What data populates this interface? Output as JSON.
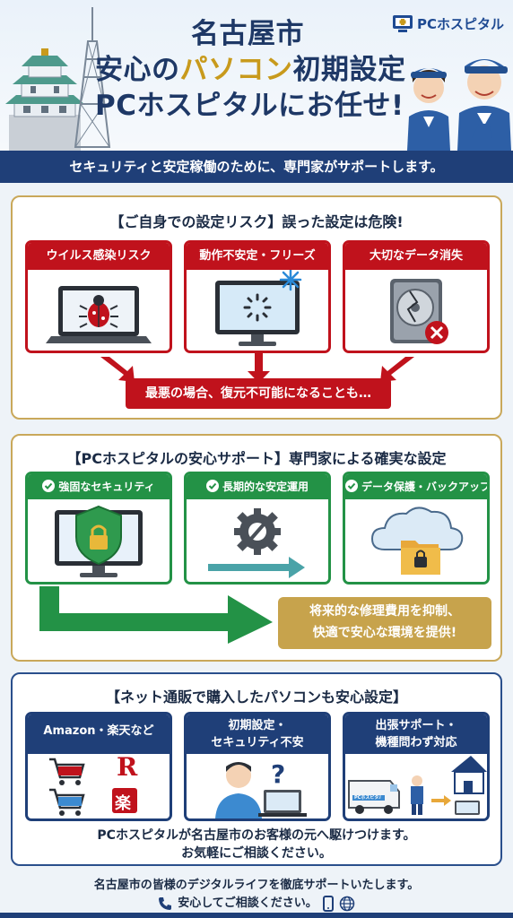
{
  "header": {
    "title_line1": "名古屋市",
    "title_line2_pre": "安心の",
    "title_line2_hl": "パソコン",
    "title_line2_post": "初期設定",
    "title_line3": "PCホスピタルにお任せ!",
    "logo_text": "PCホスピタル"
  },
  "banner": "セキュリティと安定稼働のために、専門家がサポートします。",
  "risk": {
    "title": "【ご自身での設定リスク】誤った設定は危険!",
    "cards": [
      {
        "label": "ウイルス感染リスク",
        "icon": "bug-laptop-icon"
      },
      {
        "label": "動作不安定・フリーズ",
        "icon": "frozen-monitor-icon"
      },
      {
        "label": "大切なデータ消失",
        "icon": "broken-hdd-icon"
      }
    ],
    "warning": "最悪の場合、復元不可能になることも…",
    "color": "#c0121c"
  },
  "support": {
    "title": "【PCホスピタルの安心サポート】専門家による確実な設定",
    "cards": [
      {
        "label": "強固なセキュリティ",
        "icon": "shield-lock-icon"
      },
      {
        "label": "長期的な安定運用",
        "icon": "gear-wrench-icon"
      },
      {
        "label": "データ保護・バックアップ",
        "icon": "cloud-folder-icon"
      }
    ],
    "result_line1": "将来的な修理費用を抑制、",
    "result_line2": "快適で安心な環境を提供!",
    "color": "#239246"
  },
  "online": {
    "title": "【ネット通販で購入したパソコンも安心設定】",
    "cards": [
      {
        "label_line1": "Amazon・楽天など",
        "label_line2": "",
        "icon": "shopping-cart-icon"
      },
      {
        "label_line1": "初期設定・",
        "label_line2": "セキュリティ不安",
        "icon": "confused-user-icon"
      },
      {
        "label_line1": "出張サポート・",
        "label_line2": "機種問わず対応",
        "icon": "van-technician-icon"
      }
    ],
    "rakuten_r": "R",
    "rakuten_kanji": "楽",
    "van_label": "PCホスピタル",
    "note_line1": "PCホスピタルが名古屋市のお客様の元へ駆けつけます。",
    "note_line2": "お気軽にご相談ください。"
  },
  "footer": {
    "line1": "名古屋市の皆様のデジタルライフを徹底サポートいたします。",
    "line2": "安心してご相談ください。"
  }
}
